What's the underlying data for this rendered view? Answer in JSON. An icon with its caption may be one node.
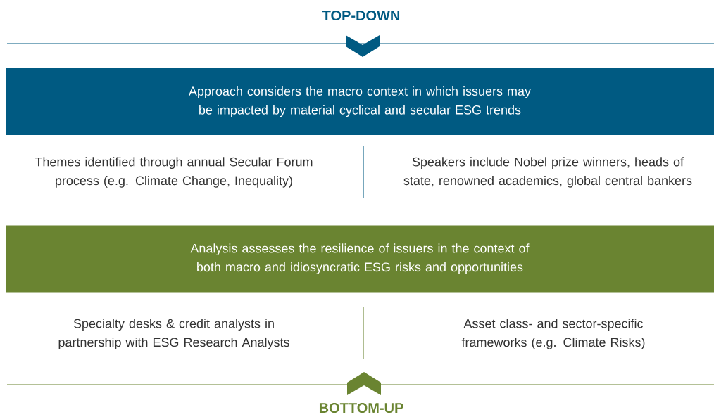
{
  "diagram": {
    "title": "TOP-DOWN",
    "nodes": [
      {
        "text": [
          "Approach considers the macro context in which issuers may be impacted by material cyclical and secular ESG trends"
        ]
      },
      {
        "text": [
          "Analysis assesses the resilience of issuers in the context of both macro and idiosyncratic ESG risks and opportunities"
        ]
      }
    ],
    "labels": [
      "Themes identified through annual Secular Forum process (e.g. Climate Change, Inequality)",
      "Speakers include Nobel prize winners, heads of state, renowned academics, global central bankers",
      "Specialty desks & credit analysts in partnership with ESG Research Analysts",
      "Asset class- and sector-specific frameworks (e.g. Climate Risks)",
      "BOTTOM-UP"
    ]
  }
}
